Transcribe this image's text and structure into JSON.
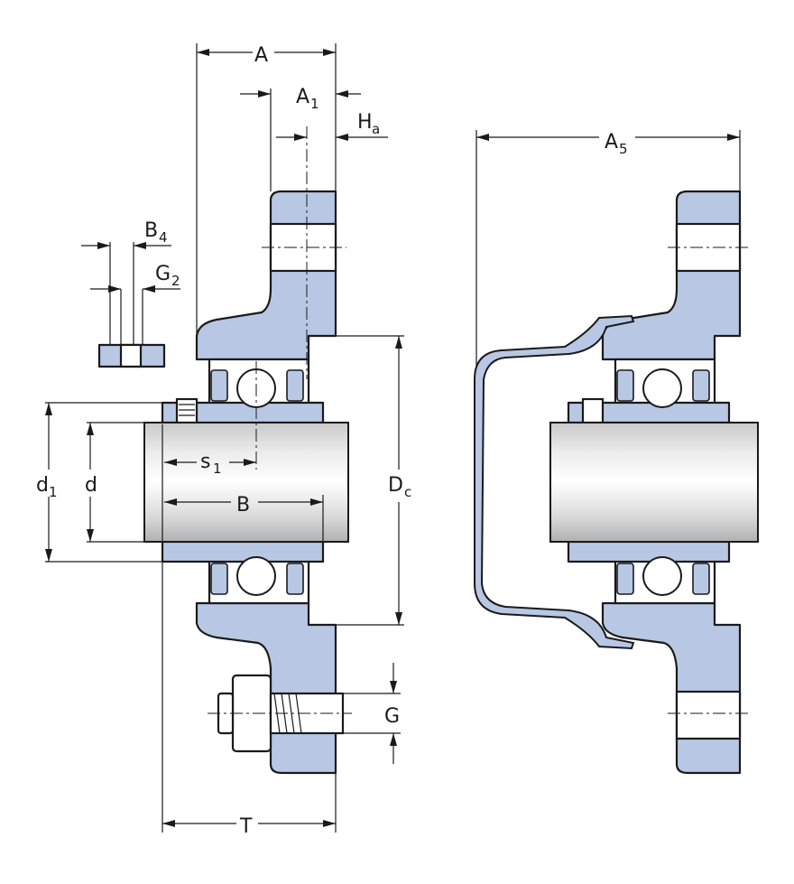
{
  "labels": {
    "A": "A",
    "A1": "A",
    "A1_sub": "1",
    "Ha": "H",
    "Ha_sub": "a",
    "A5": "A",
    "A5_sub": "5",
    "B4": "B",
    "B4_sub": "4",
    "G2": "G",
    "G2_sub": "2",
    "d1": "d",
    "d1_sub": "1",
    "d": "d",
    "s1": "s",
    "s1_sub": "1",
    "B": "B",
    "Dc": "D",
    "Dc_sub": "c",
    "G": "G",
    "T": "T"
  },
  "colors": {
    "housing_fill": "#b8c8e4",
    "outline": "#1a1a1a",
    "background": "#ffffff"
  }
}
